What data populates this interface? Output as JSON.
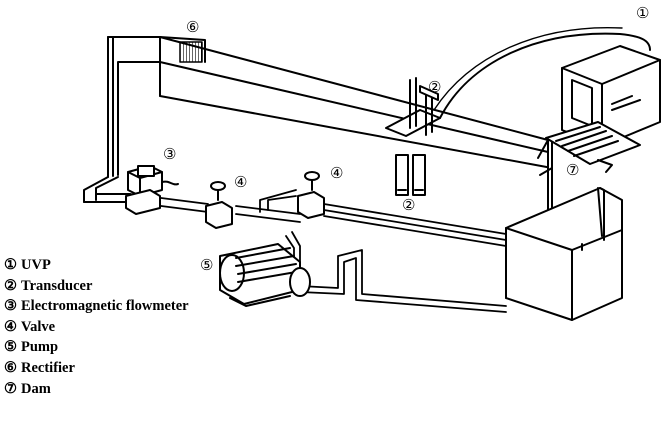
{
  "markers": {
    "uvp": "①",
    "transducer_top": "②",
    "transducer_bottom": "②",
    "flowmeter": "③",
    "valve_left": "④",
    "valve_right": "④",
    "pump": "⑤",
    "rectifier": "⑥",
    "dam": "⑦"
  },
  "legend": [
    {
      "num": "①",
      "label": "UVP"
    },
    {
      "num": "②",
      "label": "Transducer"
    },
    {
      "num": "③",
      "label": "Electromagnetic flowmeter"
    },
    {
      "num": "④",
      "label": "Valve"
    },
    {
      "num": "⑤",
      "label": "Pump"
    },
    {
      "num": "⑥",
      "label": "Rectifier"
    },
    {
      "num": "⑦",
      "label": "Dam"
    }
  ]
}
